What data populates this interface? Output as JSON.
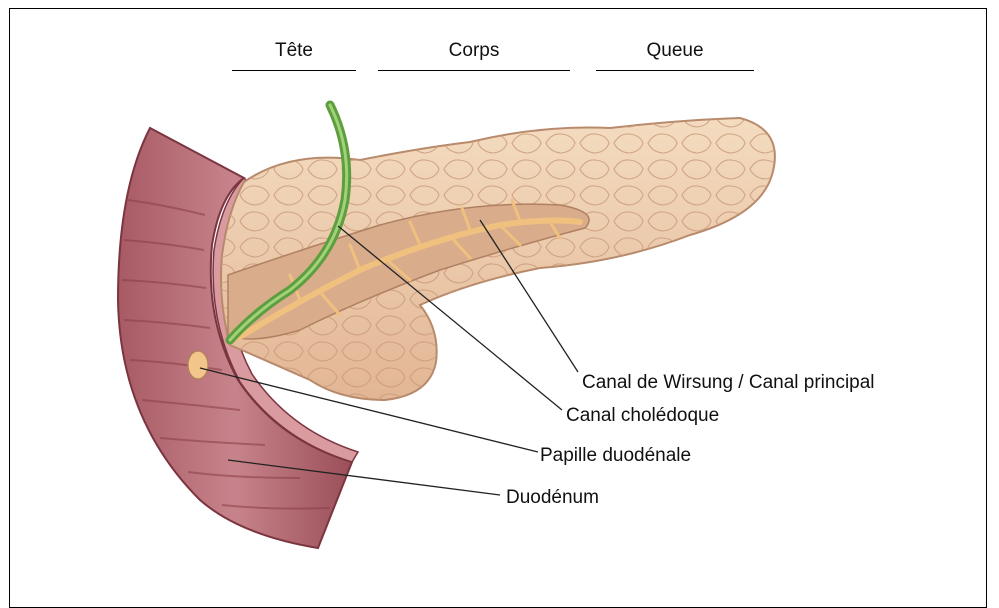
{
  "sections": {
    "head": "Tête",
    "body": "Corps",
    "tail": "Queue"
  },
  "labels": {
    "wirsung": "Canal de Wirsung / Canal principal",
    "choledoque": "Canal cholédoque",
    "papille": "Papille duodénale",
    "duodenum": "Duodénum"
  },
  "colors": {
    "pancreas": "#efcfae",
    "pancreas_shadow": "#d6a786",
    "duct": "#f4c889",
    "bile_duct": "#6fae4a",
    "duodenum_outer": "#b8707a",
    "duodenum_inner": "#9a4a52"
  }
}
